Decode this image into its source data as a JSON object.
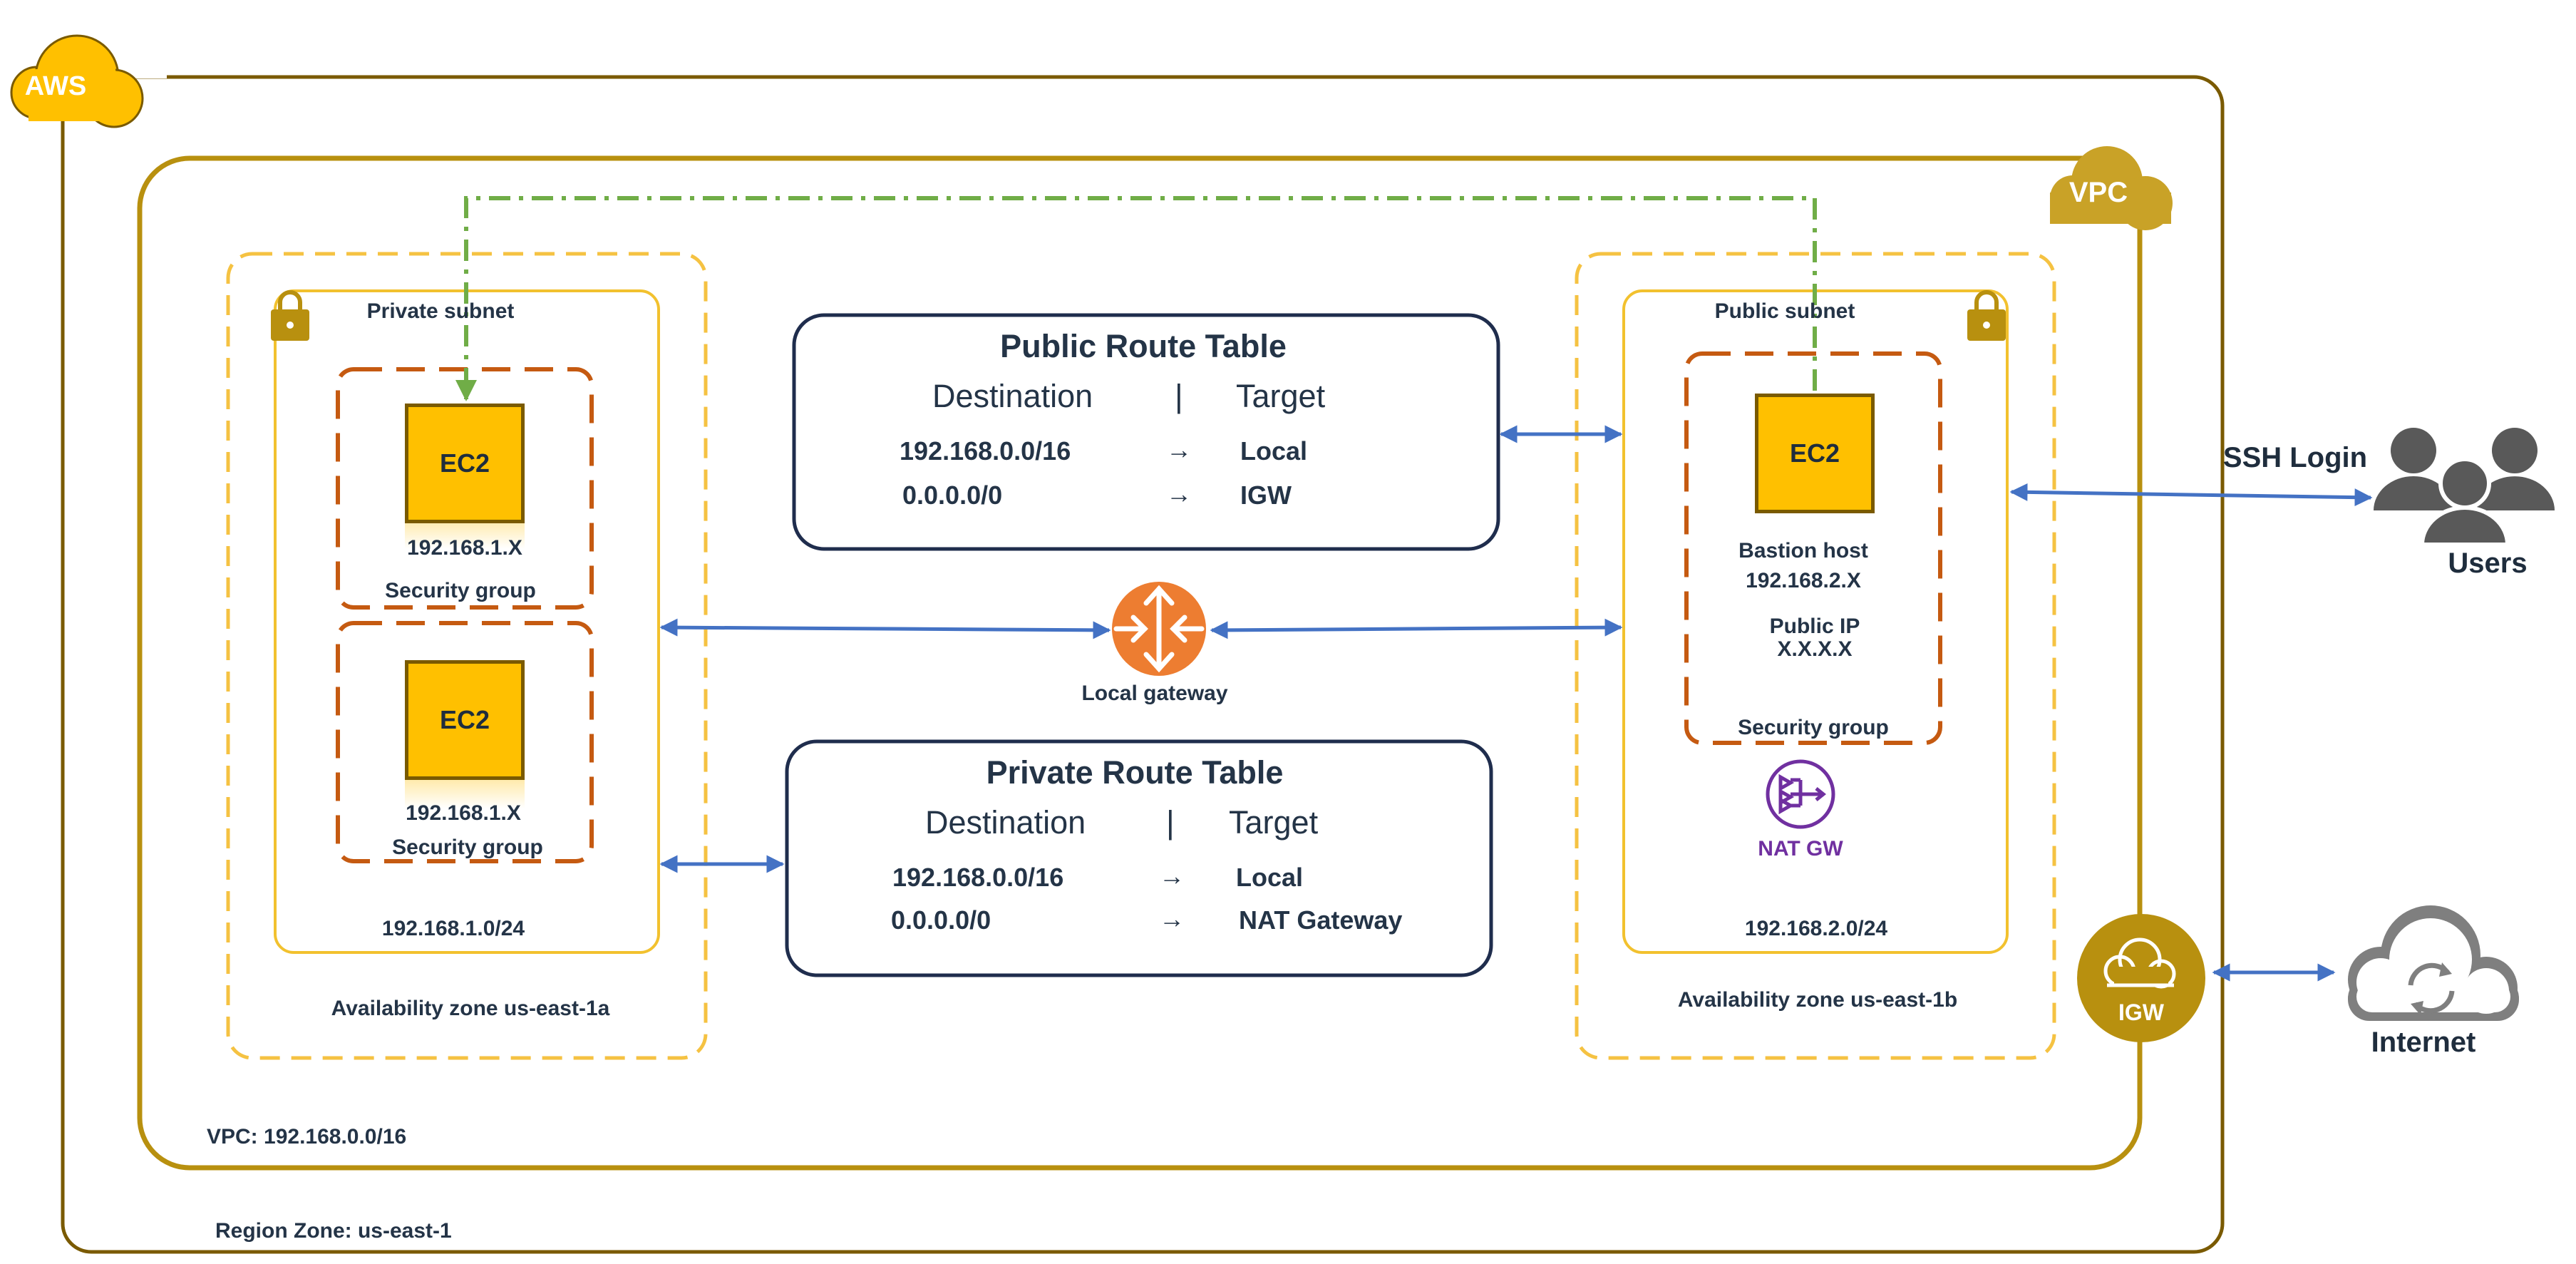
{
  "region": {
    "cloud_label": "AWS",
    "zone_label": "Region Zone: us-east-1"
  },
  "vpc": {
    "cloud_label": "VPC",
    "cidr_label": "VPC: 192.168.0.0/16"
  },
  "az_a": {
    "zone_label": "Availability zone us-east-1a",
    "subnet_title": "Private subnet",
    "subnet_cidr": "192.168.1.0/24",
    "instances": [
      {
        "type": "EC2",
        "ip": "192.168.1.X",
        "sg": "Security group"
      },
      {
        "type": "EC2",
        "ip": "192.168.1.X",
        "sg": "Security group"
      }
    ]
  },
  "az_b": {
    "zone_label": "Availability zone us-east-1b",
    "subnet_title": "Public subnet",
    "subnet_cidr": "192.168.2.0/24",
    "instance": {
      "type": "EC2",
      "role": "Bastion host",
      "ip": "192.168.2.X",
      "public_ip_label": "Public IP",
      "public_ip": "X.X.X.X",
      "sg": "Security group"
    },
    "nat_label": "NAT GW"
  },
  "public_route_table": {
    "title": "Public Route Table",
    "col_destination": "Destination",
    "separator": "|",
    "col_target": "Target",
    "routes": [
      {
        "destination": "192.168.0.0/16",
        "arrow": "→",
        "target": "Local"
      },
      {
        "destination": "0.0.0.0/0",
        "arrow": "→",
        "target": "IGW"
      }
    ]
  },
  "private_route_table": {
    "title": "Private Route Table",
    "col_destination": "Destination",
    "separator": "|",
    "col_target": "Target",
    "routes": [
      {
        "destination": "192.168.0.0/16",
        "arrow": "→",
        "target": "Local"
      },
      {
        "destination": "0.0.0.0/0",
        "arrow": "→",
        "target": "NAT Gateway"
      }
    ]
  },
  "local_gateway": {
    "label": "Local gateway"
  },
  "igw": {
    "label": "IGW"
  },
  "users": {
    "label": "Users",
    "link_label": "SSH Login"
  },
  "internet": {
    "label": "Internet"
  },
  "colors": {
    "region_border": "#7a5a00",
    "vpc_border": "#b8900f",
    "gold": "#c9a227",
    "az_dashed": "#f5c242",
    "subnet_border": "#f2c12e",
    "sg_dashed": "#c55a11",
    "ec2_fill": "#FFC000",
    "route_table_border": "#1f2d4d",
    "arrow_blue": "#4472C4",
    "ssh_green": "#70ad47",
    "router_orange": "#ed7d31",
    "nat_purple": "#7030a0",
    "icon_gray": "#7f7f7f"
  },
  "icons": [
    "lock-icon",
    "router-icon",
    "nat-gateway-icon",
    "users-icon",
    "internet-cloud-icon",
    "aws-cloud-icon",
    "vpc-cloud-icon",
    "igw-icon"
  ]
}
